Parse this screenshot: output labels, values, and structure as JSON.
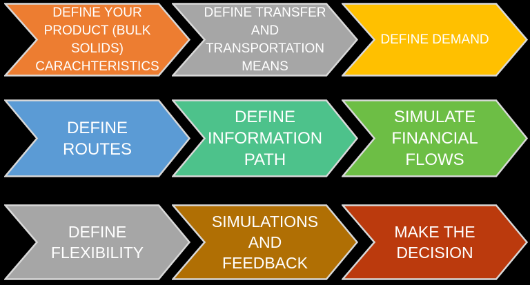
{
  "diagram": {
    "title": "bulk solids supply chain simulation process flow",
    "background_color": "#000000",
    "border_color": "#D9D9D9",
    "text_color": "#FFFFFF",
    "rows": 3,
    "cols": 3,
    "steps": [
      {
        "label": "DEFINE YOUR\nPRODUCT (BULK\nSOLIDS)\nCARACHTERISTICS",
        "color": "#ED7D31"
      },
      {
        "label": "DEFINE TRANSFER\nAND\nTRANSPORTATION\nMEANS",
        "color": "#A6A6A6"
      },
      {
        "label": "DEFINE DEMAND",
        "color": "#FFC000"
      },
      {
        "label": "DEFINE\nROUTES",
        "color": "#5B9BD5"
      },
      {
        "label": "DEFINE\nINFORMATION\nPATH",
        "color": "#4DC28B"
      },
      {
        "label": "SIMULATE\nFINANCIAL\nFLOWS",
        "color": "#6DBE45"
      },
      {
        "label": "DEFINE\nFLEXIBILITY",
        "color": "#A6A6A6"
      },
      {
        "label": "SIMULATIONS\nAND\nFEEDBACK",
        "color": "#B06F04"
      },
      {
        "label": "MAKE THE\nDECISION",
        "color": "#BB3A0D"
      }
    ]
  }
}
